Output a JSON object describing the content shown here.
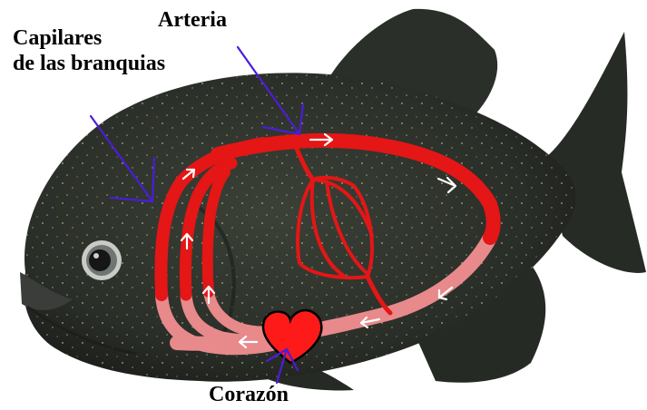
{
  "labels": {
    "gill_capillaries_line1": "Capilares",
    "gill_capillaries_line2": "de las branquias",
    "artery": "Arteria",
    "heart": "Corazón"
  },
  "colors": {
    "oxygenated": "#e41616",
    "deoxygenated": "#e8898b",
    "pointer": "#4a1ed6",
    "fish_body": "#2c302b",
    "heart": "#ff1a1a"
  },
  "icons": {
    "heart": "heart-icon",
    "flow_arrows": "chevron-arrow-icon"
  }
}
